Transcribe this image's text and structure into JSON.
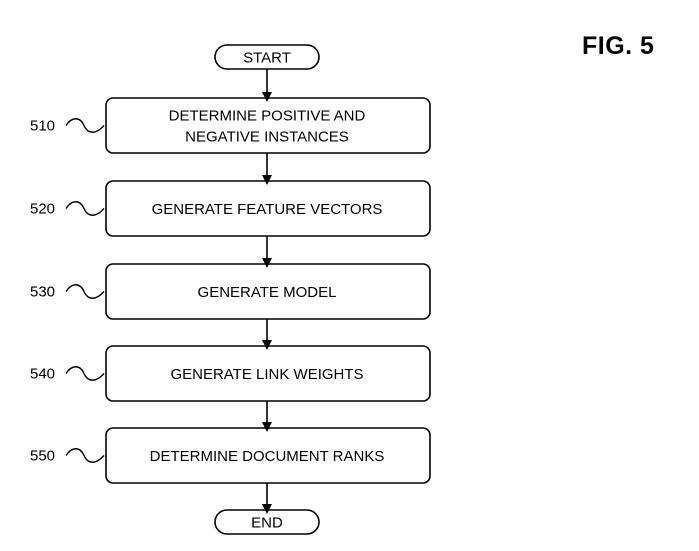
{
  "figure": {
    "label": "FIG. 5"
  },
  "terminals": {
    "start": "START",
    "end": "END"
  },
  "steps": [
    {
      "ref": "510",
      "lines": [
        "DETERMINE POSITIVE AND",
        "NEGATIVE INSTANCES"
      ]
    },
    {
      "ref": "520",
      "lines": [
        "GENERATE FEATURE VECTORS"
      ]
    },
    {
      "ref": "530",
      "lines": [
        "GENERATE MODEL"
      ]
    },
    {
      "ref": "540",
      "lines": [
        "GENERATE LINK WEIGHTS"
      ]
    },
    {
      "ref": "550",
      "lines": [
        "DETERMINE DOCUMENT RANKS"
      ]
    }
  ],
  "colors": {
    "stroke": "#000000",
    "background": "#ffffff"
  }
}
